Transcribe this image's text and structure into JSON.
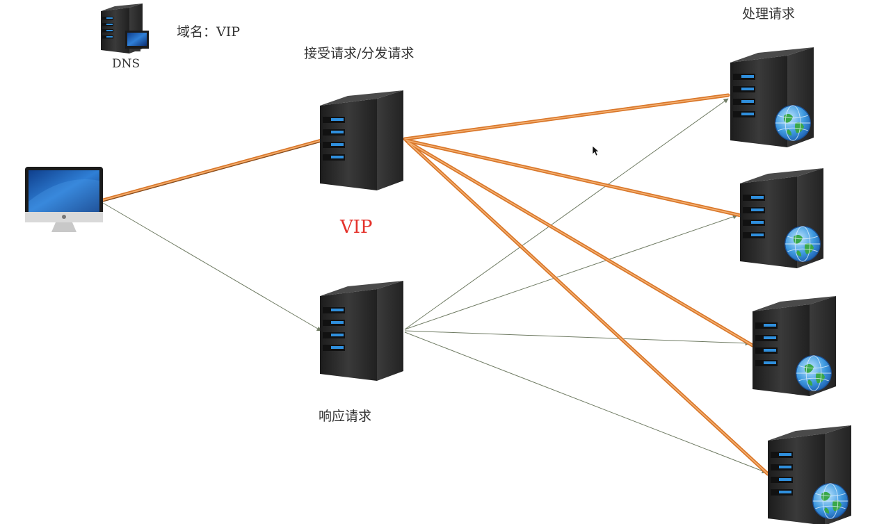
{
  "labels": {
    "dns": "DNS",
    "domain": "域名：VIP",
    "accept": "接受请求/分发请求",
    "vip": "VIP",
    "process": "处理请求",
    "respond": "响应请求"
  },
  "colors": {
    "request_line": "#e8862f",
    "request_line_core": "#f4b072",
    "response_line": "#6f7b63",
    "vip_text": "#e4322b",
    "server_body": "#2b2b2b",
    "server_light": "#2f8fdd"
  },
  "icons": {
    "client": "desktop-computer-icon",
    "dns": "dns-server-icon",
    "server": "server-icon",
    "web": "globe-icon"
  }
}
